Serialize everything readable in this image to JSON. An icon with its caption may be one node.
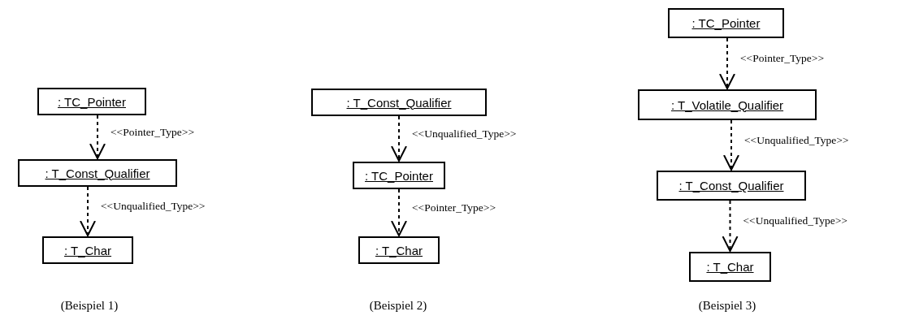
{
  "diagram": {
    "nodes": [
      {
        "text": [
          ": TC_Pointer"
        ]
      },
      {
        "text": [
          ": T_Const_Qualifier"
        ]
      },
      {
        "text": [
          ": T_Char"
        ]
      },
      {
        "text": [
          ": T_Const_Qualifier"
        ]
      },
      {
        "text": [
          ": TC_Pointer"
        ]
      },
      {
        "text": [
          ": T_Char"
        ]
      },
      {
        "text": [
          ": TC_Pointer"
        ]
      },
      {
        "text": [
          ": T_Volatile_Qualifier"
        ]
      },
      {
        "text": [
          ": T_Const_Qualifier"
        ]
      },
      {
        "text": [
          ": T_Char"
        ]
      }
    ],
    "edges": [
      {
        "from": 0,
        "to": 1,
        "arrow": "to",
        "style": "dashed",
        "label": "<<Pointer_Type>>"
      },
      {
        "from": 1,
        "to": 2,
        "arrow": "to",
        "style": "dashed",
        "label": "<<Unqualified_Type>>"
      },
      {
        "from": 3,
        "to": 4,
        "arrow": "to",
        "style": "dashed",
        "label": "<<Unqualified_Type>>"
      },
      {
        "from": 4,
        "to": 5,
        "arrow": "to",
        "style": "dashed",
        "label": "<<Pointer_Type>>"
      },
      {
        "from": 6,
        "to": 7,
        "arrow": "to",
        "style": "dashed",
        "label": "<<Pointer_Type>>"
      },
      {
        "from": 7,
        "to": 8,
        "arrow": "to",
        "style": "dashed",
        "label": "<<Unqualified_Type>>"
      },
      {
        "from": 8,
        "to": 9,
        "arrow": "to",
        "style": "dashed",
        "label": "<<Unqualified_Type>>"
      }
    ],
    "labels": [
      "(Beispiel 1)",
      "(Beispiel 2)",
      "(Beispiel 3)"
    ]
  }
}
